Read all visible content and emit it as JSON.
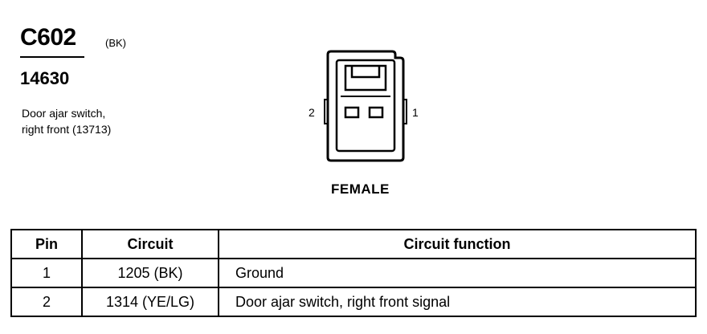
{
  "header": {
    "connector_id": "C602",
    "connector_color": "(BK)",
    "part_number": "14630",
    "description_line1": "Door ajar switch,",
    "description_line2": "right front (13713)"
  },
  "connector": {
    "pin_left": "2",
    "pin_right": "1",
    "gender": "FEMALE"
  },
  "table": {
    "headers": [
      "Pin",
      "Circuit",
      "Circuit function"
    ],
    "rows": [
      {
        "pin": "1",
        "circuit": "1205 (BK)",
        "function": "Ground"
      },
      {
        "pin": "2",
        "circuit": "1314 (YE/LG)",
        "function": "Door ajar switch, right front  signal"
      }
    ]
  }
}
